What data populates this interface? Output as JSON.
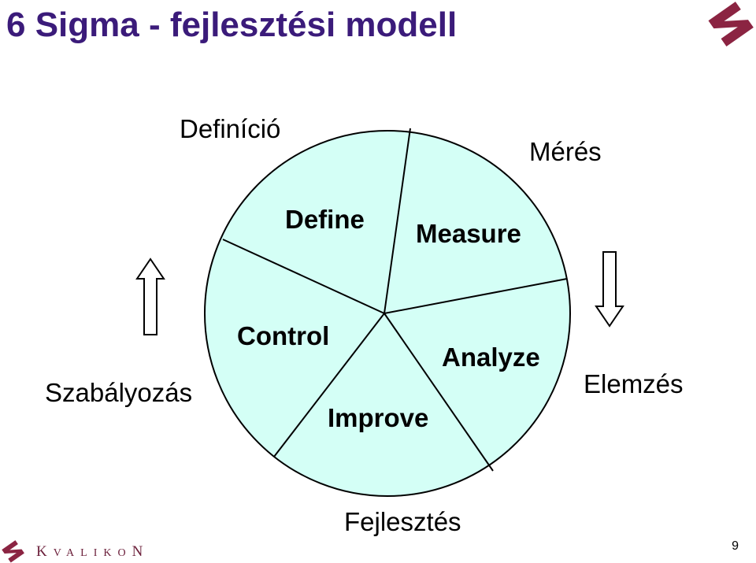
{
  "title": "6 Sigma - fejlesztési modell",
  "phases": {
    "define": "Define",
    "measure": "Measure",
    "analyze": "Analyze",
    "improve": "Improve",
    "control": "Control"
  },
  "labels": {
    "definicio": "Definíció",
    "meres": "Mérés",
    "elemzes": "Elemzés",
    "fejlesztes": "Fejlesztés",
    "szabalyozas": "Szabályozás"
  },
  "footer": {
    "brand_first": "K",
    "brand_rest": "VALIKO",
    "brand_last": "N",
    "page_number": "9"
  },
  "colors": {
    "title": "#3b1b7a",
    "circle_fill": "#d4fff6",
    "logo": "#8b2442"
  },
  "icons": [
    "kvalikon-logo-icon",
    "up-arrow-icon",
    "down-arrow-icon"
  ]
}
